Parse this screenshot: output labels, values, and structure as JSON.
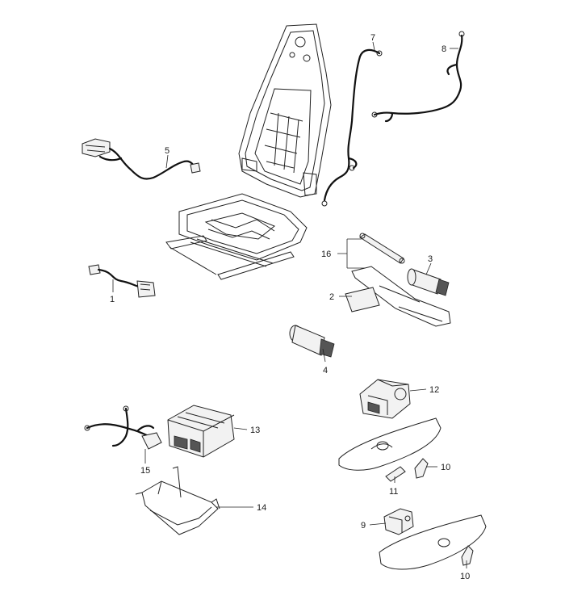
{
  "diagram": {
    "parts": [
      {
        "id": "1",
        "label": "1",
        "name": "harness-connector-cable"
      },
      {
        "id": "2",
        "label": "2",
        "name": "mounting-bracket"
      },
      {
        "id": "3",
        "label": "3",
        "name": "motor-3"
      },
      {
        "id": "4",
        "label": "4",
        "name": "motor-4"
      },
      {
        "id": "5",
        "label": "5",
        "name": "wiring-harness-5"
      },
      {
        "id": "7",
        "label": "7",
        "name": "wiring-harness-7"
      },
      {
        "id": "8",
        "label": "8",
        "name": "wiring-harness-8"
      },
      {
        "id": "9",
        "label": "9",
        "name": "switch-9"
      },
      {
        "id": "10a",
        "label": "10",
        "name": "knob-10-upper"
      },
      {
        "id": "10b",
        "label": "10",
        "name": "knob-10-lower"
      },
      {
        "id": "11",
        "label": "11",
        "name": "knob-11"
      },
      {
        "id": "12",
        "label": "12",
        "name": "switch-12"
      },
      {
        "id": "13",
        "label": "13",
        "name": "control-unit-13"
      },
      {
        "id": "14",
        "label": "14",
        "name": "bracket-14"
      },
      {
        "id": "15",
        "label": "15",
        "name": "wiring-harness-15"
      },
      {
        "id": "16",
        "label": "16",
        "name": "shaft-assembly-16"
      }
    ]
  }
}
